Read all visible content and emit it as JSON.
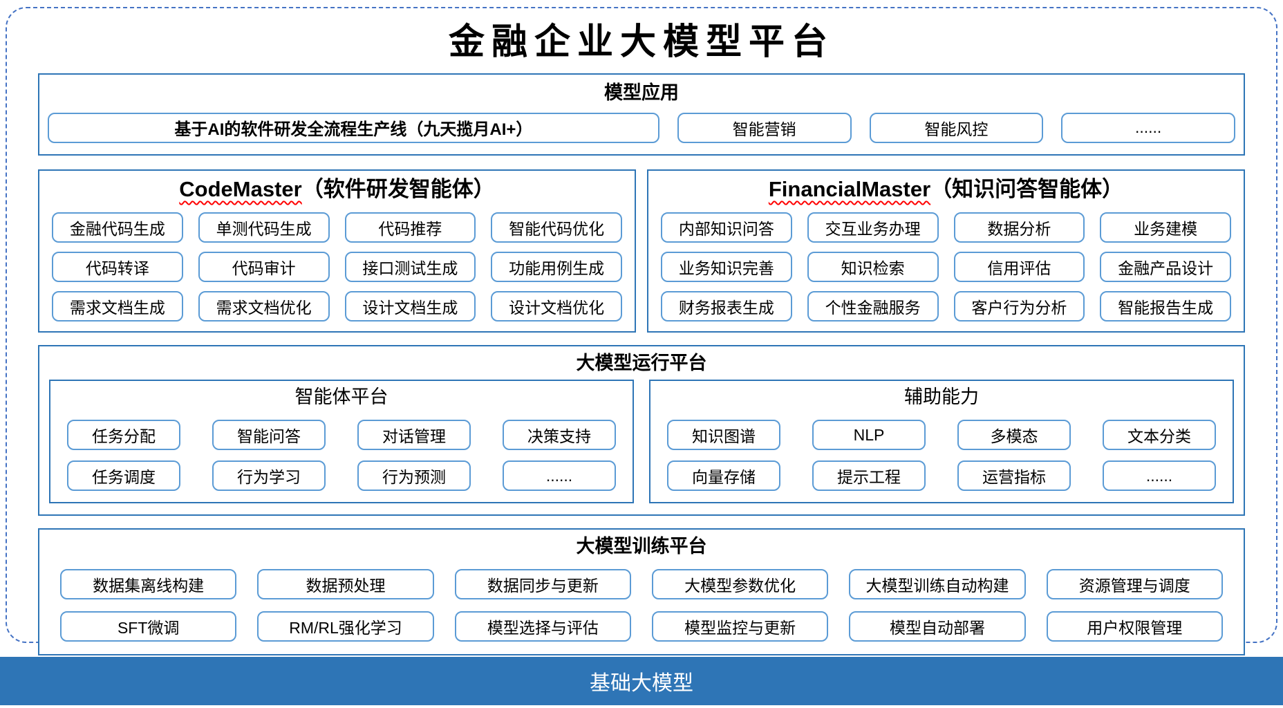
{
  "title": "金融企业大模型平台",
  "model_app": {
    "title": "模型应用",
    "main_item": "基于AI的软件研发全流程生产线（九天揽月AI+）",
    "items": [
      "智能营销",
      "智能风控",
      "......"
    ]
  },
  "code_master": {
    "title_en": "CodeMaster",
    "title_cn": "（软件研发智能体）",
    "rows": [
      [
        "金融代码生成",
        "单测代码生成",
        "代码推荐",
        "智能代码优化"
      ],
      [
        "代码转译",
        "代码审计",
        "接口测试生成",
        "功能用例生成"
      ],
      [
        "需求文档生成",
        "需求文档优化",
        "设计文档生成",
        "设计文档优化"
      ]
    ]
  },
  "financial_master": {
    "title_en": "FinancialMaster",
    "title_cn": "（知识问答智能体）",
    "rows": [
      [
        "内部知识问答",
        "交互业务办理",
        "数据分析",
        "业务建模"
      ],
      [
        "业务知识完善",
        "知识检索",
        "信用评估",
        "金融产品设计"
      ],
      [
        "财务报表生成",
        "个性金融服务",
        "客户行为分析",
        "智能报告生成"
      ]
    ]
  },
  "run_platform": {
    "title": "大模型运行平台",
    "agent_panel": {
      "title": "智能体平台",
      "rows": [
        [
          "任务分配",
          "智能问答",
          "对话管理",
          "决策支持"
        ],
        [
          "任务调度",
          "行为学习",
          "行为预测",
          "......"
        ]
      ]
    },
    "aux_panel": {
      "title": "辅助能力",
      "rows": [
        [
          "知识图谱",
          "NLP",
          "多模态",
          "文本分类"
        ],
        [
          "向量存储",
          "提示工程",
          "运营指标",
          "......"
        ]
      ]
    }
  },
  "train_platform": {
    "title": "大模型训练平台",
    "rows": [
      [
        "数据集离线构建",
        "数据预处理",
        "数据同步与更新",
        "大模型参数优化",
        "大模型训练自动构建",
        "资源管理与调度"
      ],
      [
        "SFT微调",
        "RM/RL强化学习",
        "模型选择与评估",
        "模型监控与更新",
        "模型自动部署",
        "用户权限管理"
      ]
    ]
  },
  "base_model": {
    "label": "基础大模型"
  },
  "colors": {
    "section_border": "#2E75B6",
    "box_border": "#5B9BD5",
    "dashed_border": "#4472C4",
    "base_bar": "#2E75B6",
    "underline": "#FF0000"
  }
}
